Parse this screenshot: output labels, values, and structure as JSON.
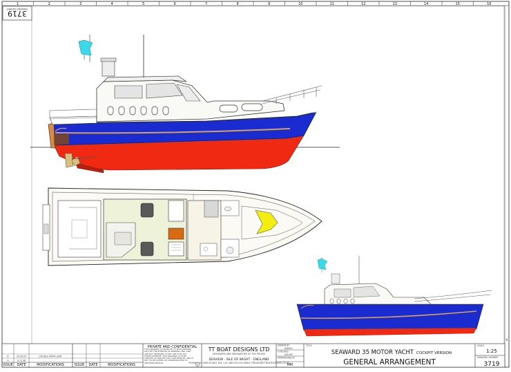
{
  "border_columns": [
    "1",
    "2",
    "3",
    "4",
    "5",
    "6",
    "7",
    "8",
    "9",
    "10",
    "11",
    "12",
    "13",
    "14",
    "15",
    "16"
  ],
  "drawing_number_corner": "3719",
  "drawing_number_corner_label": "DRAWING NUMBER",
  "colors": {
    "hull_blue": "#1a2bd0",
    "antifouling_red": "#f02a12",
    "boot_stripe": "#d9a15b",
    "bow_yellow": "#f2ee12",
    "flag_cyan": "#3ad8e8",
    "deck_cream": "#f7f3e6",
    "cockpit_green": "#eef2d8",
    "chart_table_orange": "#d86a10",
    "line": "#222222"
  },
  "title_block": {
    "revision_rows": [
      {
        "issue": "B",
        "date": "30.06.09",
        "modification": "DOUBLE WORK SEAT"
      },
      {
        "issue": "A",
        "date": "9.12.08",
        "modification": ""
      }
    ],
    "header_issue": "ISSUE",
    "header_date": "DATE",
    "header_mods": "MODIFICATIONS",
    "confidential_title": "PRIVATE AND CONFIDENTIAL",
    "confidential_text": "THIS DRAWING IS ISSUED BY TT BOAT DESIGNS LTD FOR THE PURPOSE OF BIDDING ONLY AND ARE NOT INTENDED TO BE USED FOR ANY OTHER PURPOSE. THIS DRAWING IS TO BE TREATED AS PRIVATE AND CONFIDENTIAL AND IS NOT TO BE COPIED OR COMMUNICATED TO ANOTHER PERSON",
    "company": "TT BOAT DESIGNS LTD",
    "company_tagline": "DESIGNERS AND ORIGINATORS OF THE HELIUM",
    "company_location": "SEAVIEW - ISLE OF WIGHT - ENGLAND",
    "company_contact": "PHONE +44 1983 613621 FAX +44 1983 613700 EMAIL TTBOATS@TTBOATDESIGNS.CO.UK",
    "drawn_by_label": "DRAWN BY",
    "drawn_by": "KOBELT",
    "checked_label": "CHECKED",
    "checked": "JON HD",
    "dimensions_label": "DIMENSIONS IN",
    "dimensions": "MM",
    "title_label": "TITLE",
    "title_main": "SEAWARD 35 MOTOR YACHT",
    "title_version": "COCKPIT VERSION",
    "title_sub": "GENERAL ARRANGEMENT",
    "scale_label": "SCALE",
    "scale": "1:25",
    "drawing_number_label": "DRAWING NUMBER",
    "drawing_number": "3719",
    "sheet_letter": "A"
  }
}
